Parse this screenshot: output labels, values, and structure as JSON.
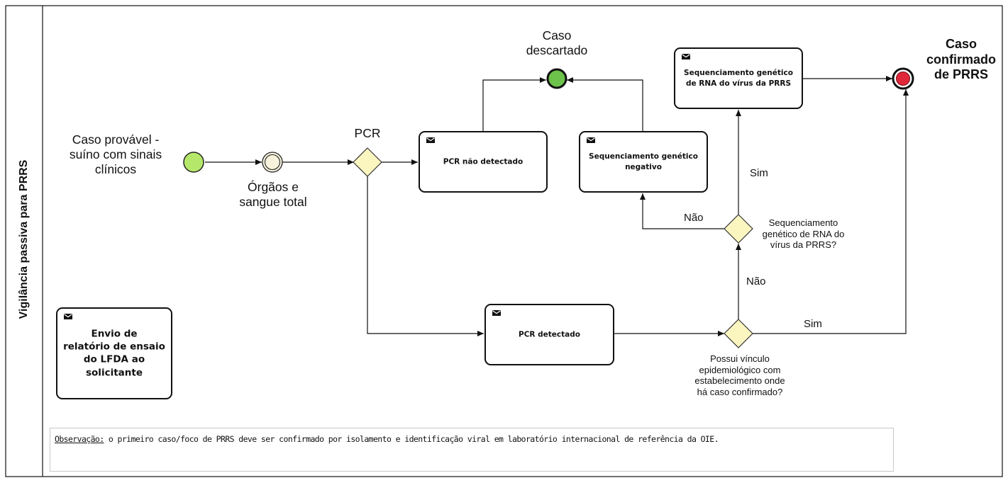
{
  "pool": {
    "title": "Vigilância passiva para PRRS"
  },
  "events": {
    "start": {
      "label": "Caso provável -\nsuíno com sinais\nclínicos"
    },
    "intermediate": {
      "label": "Órgãos e\nsangue total"
    },
    "discarded": {
      "label": "Caso\ndescartado"
    },
    "confirmed": {
      "label": "Caso\nconfirmado\nde PRRS"
    }
  },
  "gateways": {
    "pcr": {
      "label": "PCR"
    },
    "sequencing": {
      "label": "Sequenciamento\ngenético de RNA do\nvírus da PRRS?"
    },
    "link": {
      "label": "Possui vínculo\nepidemiológico com\nestabelecimento onde\nhá caso confirmado?"
    }
  },
  "tasks": {
    "pcr_not_detected": "PCR não detectado",
    "seq_negative": "Sequenciamento genético\nnegativo",
    "seq_rna": "Sequenciamento genético\nde RNA do vírus da PRRS",
    "pcr_detected": "PCR detectado",
    "report": "Envio de\nrelatório de ensaio\ndo LFDA ao\nsolicitante"
  },
  "flow_labels": {
    "nao_seq": "Não",
    "sim_seq": "Sim",
    "nao_link": "Não",
    "sim_link": "Sim"
  },
  "note": {
    "label": "Observação:",
    "text": " o primeiro caso/foco de PRRS deve ser confirmado por isolamento e identificação viral em laboratório internacional de referência da OIE."
  },
  "colors": {
    "start_fill": "#b5e86a",
    "end_ok_fill": "#6cc24a",
    "end_error_fill": "#e0283a",
    "gateway_fill": "#fbf6c0",
    "intermediate_fill": "#f6f2dc"
  }
}
